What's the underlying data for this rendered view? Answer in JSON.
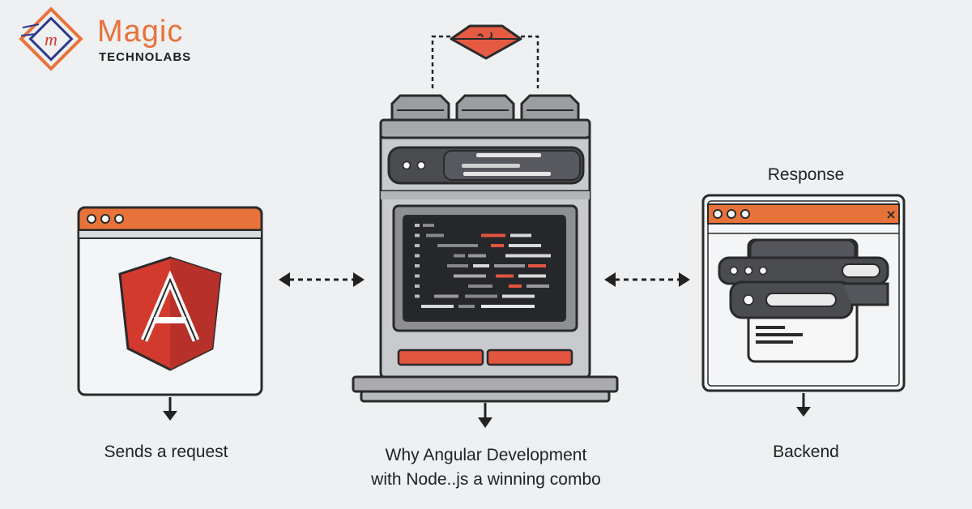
{
  "logo": {
    "brand_name": "Magic",
    "brand_tagline": "TECHNOLABS",
    "brand_color": "#e8733a"
  },
  "center_label_line1": "Why Angular Development",
  "center_label_line2": "with Node..js a winning combo",
  "left_label": "Sends a request",
  "right_top_label": "Response",
  "right_bottom_label": "Backend",
  "browser_close_glyph": "×",
  "colors": {
    "accent": "#e8733a",
    "angular_red": "#d33a2e",
    "dark_outline": "#2a2a2a",
    "panel_gray": "#8d8f93",
    "background": "#eef0f2"
  },
  "icons": [
    "angular-logo-icon",
    "double-arrow-icon",
    "down-arrow-icon",
    "server-icon",
    "code-screen-icon",
    "gem-icon"
  ]
}
